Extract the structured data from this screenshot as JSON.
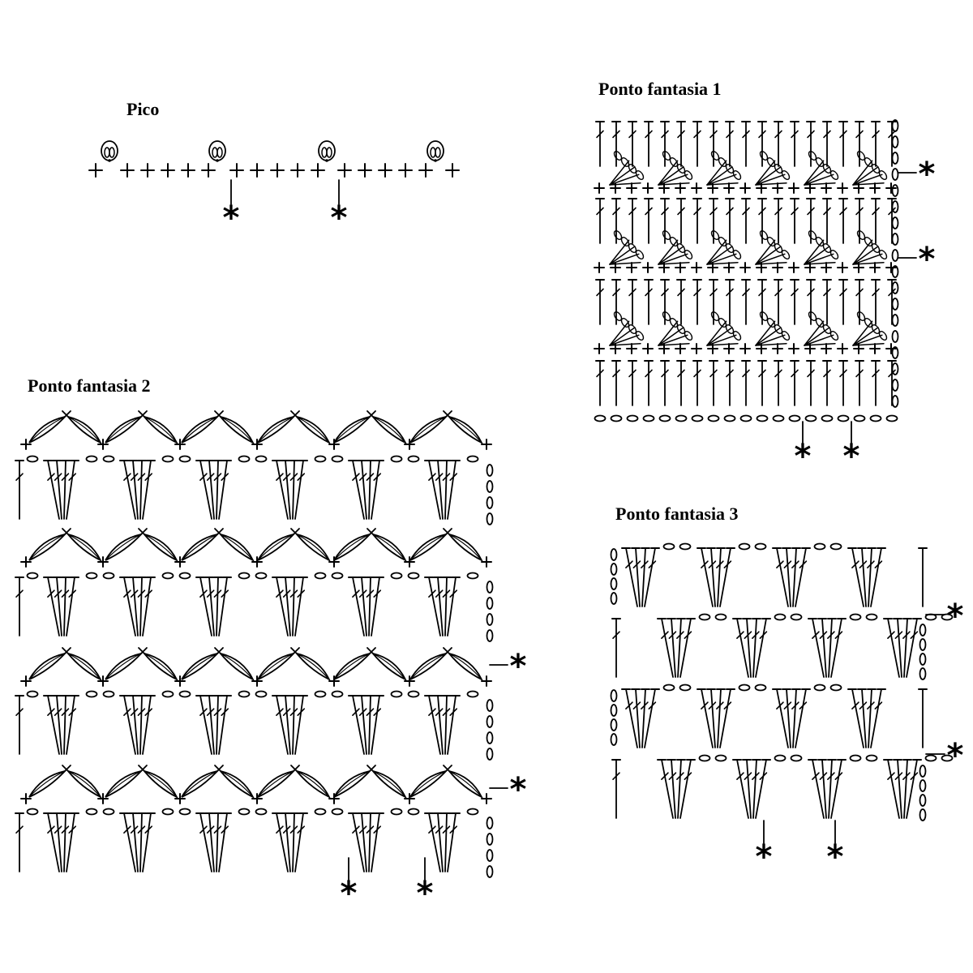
{
  "titles": {
    "pico": "Pico",
    "fantasia1": "Ponto fantasia 1",
    "fantasia2": "Ponto fantasia 2",
    "fantasia3": "Ponto fantasia 3"
  },
  "repeat_marker": "*",
  "colors": {
    "ink": "#000000",
    "background": "#ffffff"
  }
}
